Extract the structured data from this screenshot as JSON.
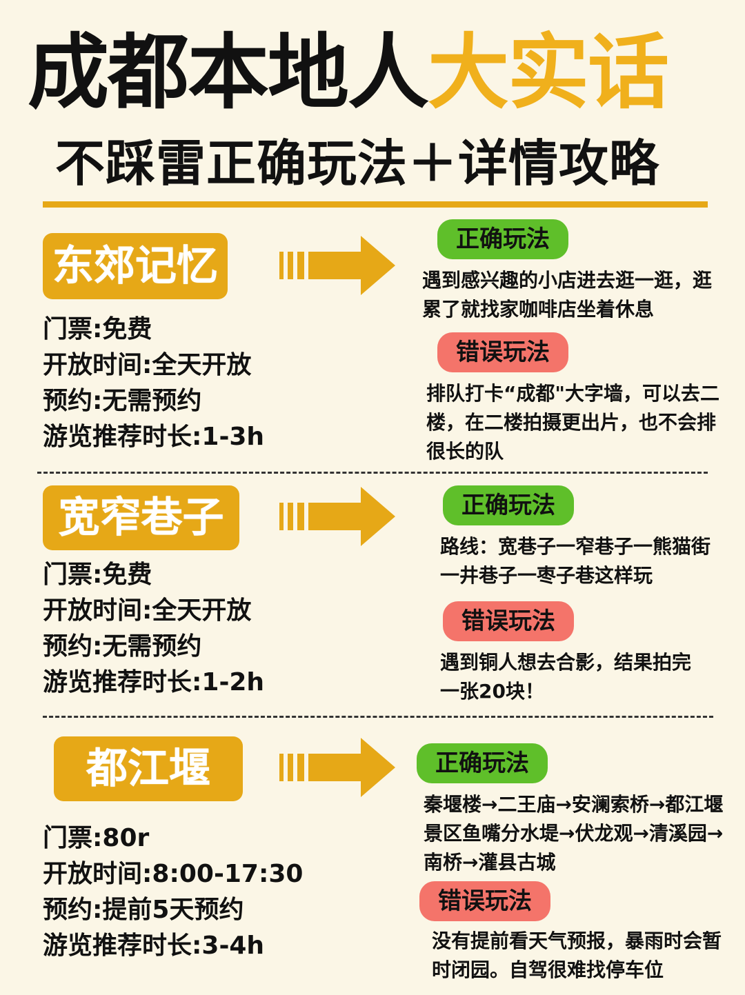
{
  "header": {
    "title_black": "成都本地人",
    "title_yellow": "大实话",
    "subtitle": "不踩雷正确玩法＋详情攻略"
  },
  "colors": {
    "background": "#fbf6e6",
    "accent_yellow": "#e6a817",
    "title_yellow": "#f0b01c",
    "good_green": "#5fbf2a",
    "bad_red": "#f4746a"
  },
  "sections": [
    {
      "name": "东郊记忆",
      "info": [
        "门票:免费",
        "开放时间:全天开放",
        "预约:无需预约",
        "游览推荐时长:1-3h"
      ],
      "correct_label": "正确玩法",
      "correct_text": "遇到感兴趣的小店进去逛一逛，逛累了就找家咖啡店坐着休息",
      "wrong_label": "错误玩法",
      "wrong_text": "排队打卡“成都\"大字墙，可以去二楼，在二楼拍摄更出片，也不会排很长的队"
    },
    {
      "name": "宽窄巷子",
      "info": [
        "门票:免费",
        "开放时间:全天开放",
        "预约:无需预约",
        "游览推荐时长:1-2h"
      ],
      "correct_label": "正确玩法",
      "correct_text": "路线：宽巷子一窄巷子一熊猫街一井巷子一枣子巷这样玩",
      "wrong_label": "错误玩法",
      "wrong_text": "遇到铜人想去合影，结果拍完一张20块！"
    },
    {
      "name": "都江堰",
      "info": [
        "门票:80r",
        "开放时间:8:00-17:30",
        "预约:提前5天预约",
        "游览推荐时长:3-4h"
      ],
      "correct_label": "正确玩法",
      "correct_text": "秦堰楼→二王庙→安澜索桥→都江堰景区鱼嘴分水堤→伏龙观→清溪园→南桥→灌县古城",
      "wrong_label": "错误玩法",
      "wrong_text": "没有提前看天气预报，暴雨时会暂时闭园。自驾很难找停车位"
    }
  ]
}
